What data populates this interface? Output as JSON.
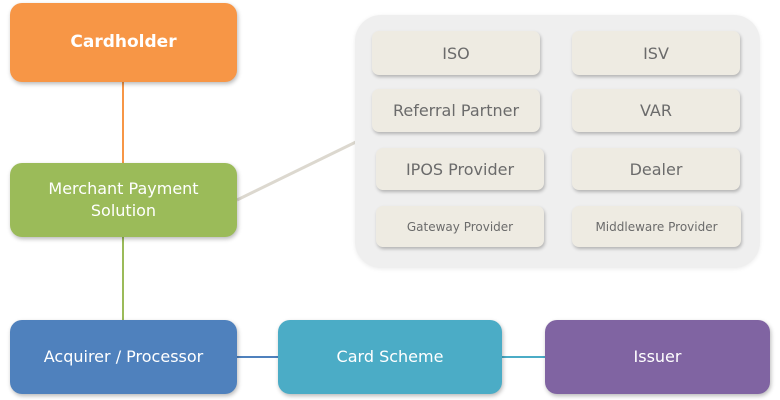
{
  "diagram": {
    "nodes": {
      "cardholder": {
        "label": "Cardholder",
        "color": "#f79646"
      },
      "merchant": {
        "label_line1": "Merchant Payment",
        "label_line2": "Solution",
        "color": "#9bbb59"
      },
      "acquirer": {
        "label": "Acquirer / Processor",
        "color": "#4f81bd"
      },
      "card_scheme": {
        "label": "Card Scheme",
        "color": "#4bacc6"
      },
      "issuer": {
        "label": "Issuer",
        "color": "#8064a2"
      }
    },
    "merchant_solution_types": {
      "items": [
        {
          "label": "ISO"
        },
        {
          "label": "ISV"
        },
        {
          "label": "Referral Partner"
        },
        {
          "label": "VAR"
        },
        {
          "label": "IPOS Provider"
        },
        {
          "label": "Dealer"
        },
        {
          "label": "Gateway Provider"
        },
        {
          "label": "Middleware Provider"
        }
      ]
    },
    "connections": [
      {
        "from": "Cardholder",
        "to": "Merchant Payment Solution",
        "color": "#f79646"
      },
      {
        "from": "Merchant Payment Solution",
        "to": "Acquirer / Processor",
        "color": "#9bbb59"
      },
      {
        "from": "Merchant Payment Solution",
        "to": "Merchant solution types group",
        "color": "#dcd8cf"
      },
      {
        "from": "Acquirer / Processor",
        "to": "Card Scheme",
        "color": "#4f81bd"
      },
      {
        "from": "Card Scheme",
        "to": "Issuer",
        "color": "#4bacc6"
      }
    ]
  }
}
